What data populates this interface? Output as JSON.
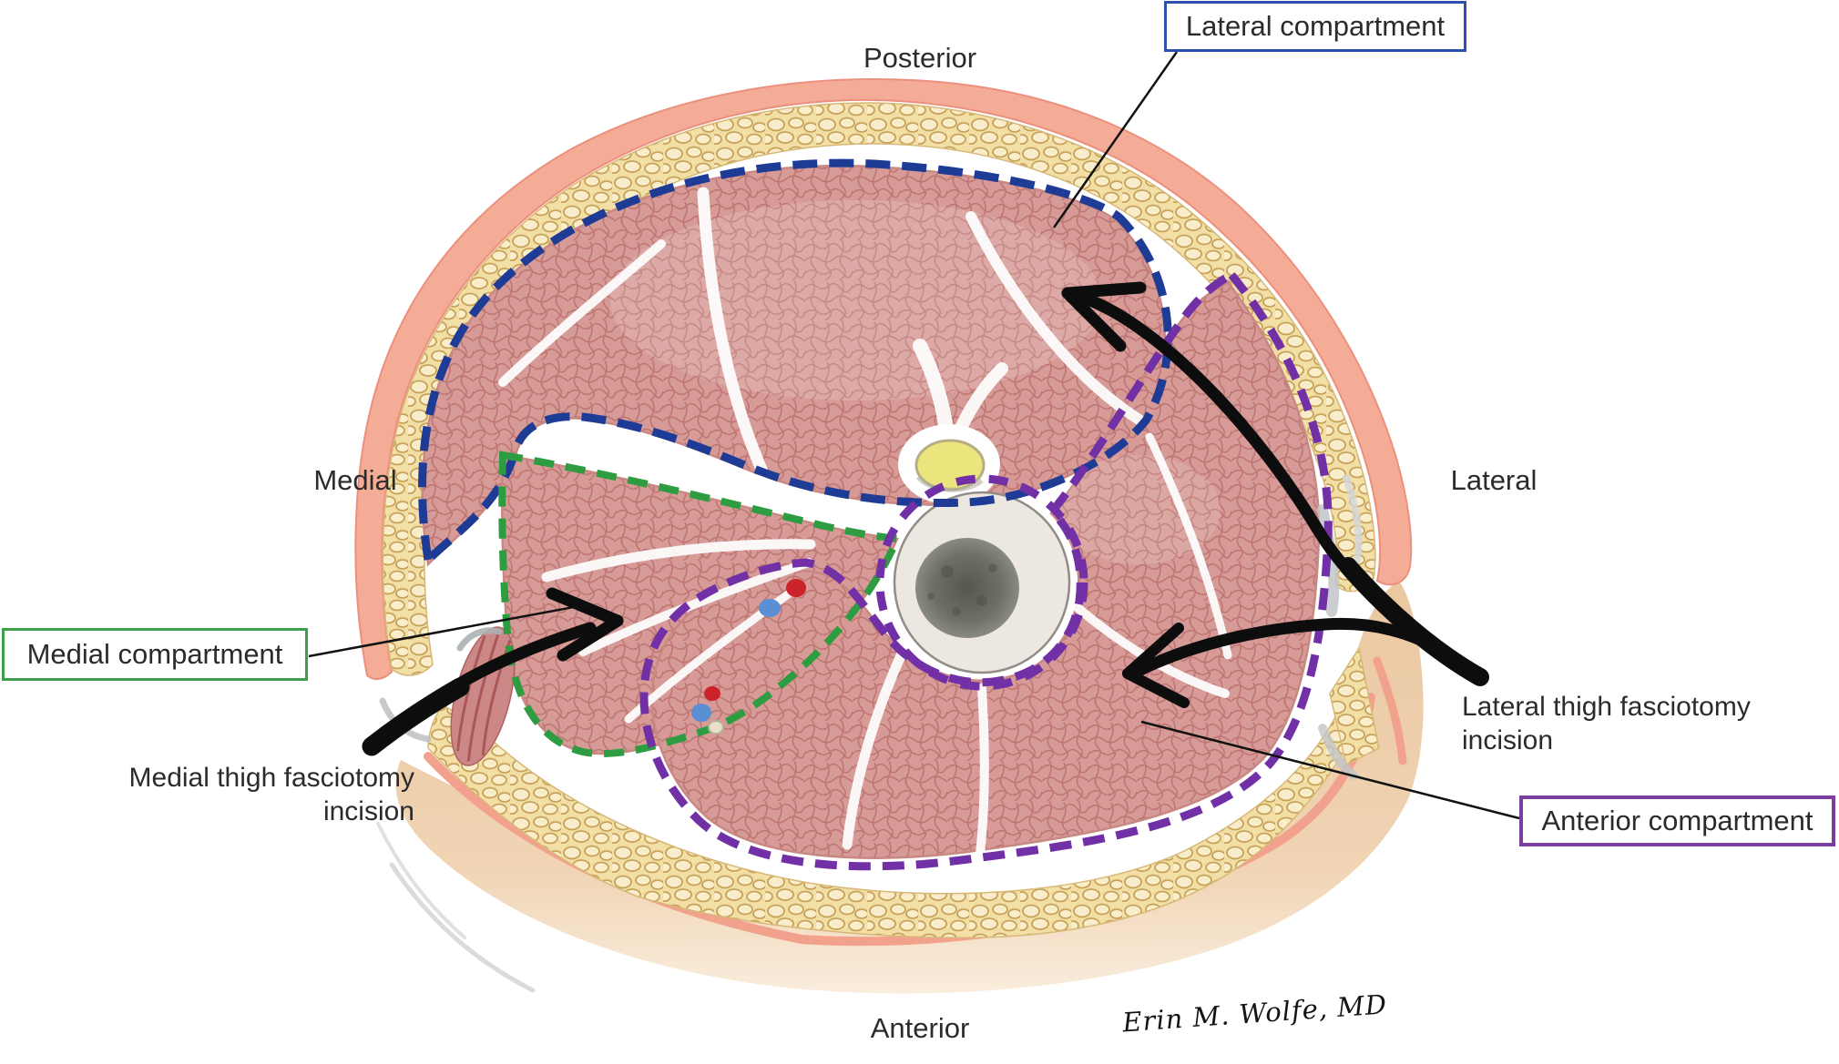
{
  "figure": {
    "orientation_labels": {
      "posterior": "Posterior",
      "anterior": "Anterior",
      "medial": "Medial",
      "lateral": "Lateral"
    },
    "compartment_boxes": {
      "lateral": {
        "label": "Lateral compartment",
        "border_color": "#2B50AE"
      },
      "medial": {
        "label": "Medial compartment",
        "border_color": "#3AA04A"
      },
      "anterior": {
        "label": "Anterior compartment",
        "border_color": "#7B3FA0"
      }
    },
    "incision_annotations": {
      "medial": {
        "line1": "Medial thigh fasciotomy",
        "line2": "incision"
      },
      "lateral": {
        "line1": "Lateral thigh fasciotomy",
        "line2": "incision"
      }
    },
    "signature": "Erin M. Wolfe, MD",
    "colors": {
      "posterior_compartment_outline": "#1E3C96",
      "medial_compartment_outline": "#2E9C40",
      "anterior_compartment_outline": "#7230A6",
      "skin": "#F5AC96",
      "subcutaneous_fat": "#F2DFA5",
      "muscle": "#D69B97",
      "bone_cortex": "#ECE7E0",
      "bone_marrow": "#6E6F65",
      "nerve": "#ECE47C",
      "artery_dot": "#CC2229",
      "vein_dot": "#5B8FD4",
      "arrow": "#0D0D0D"
    }
  }
}
